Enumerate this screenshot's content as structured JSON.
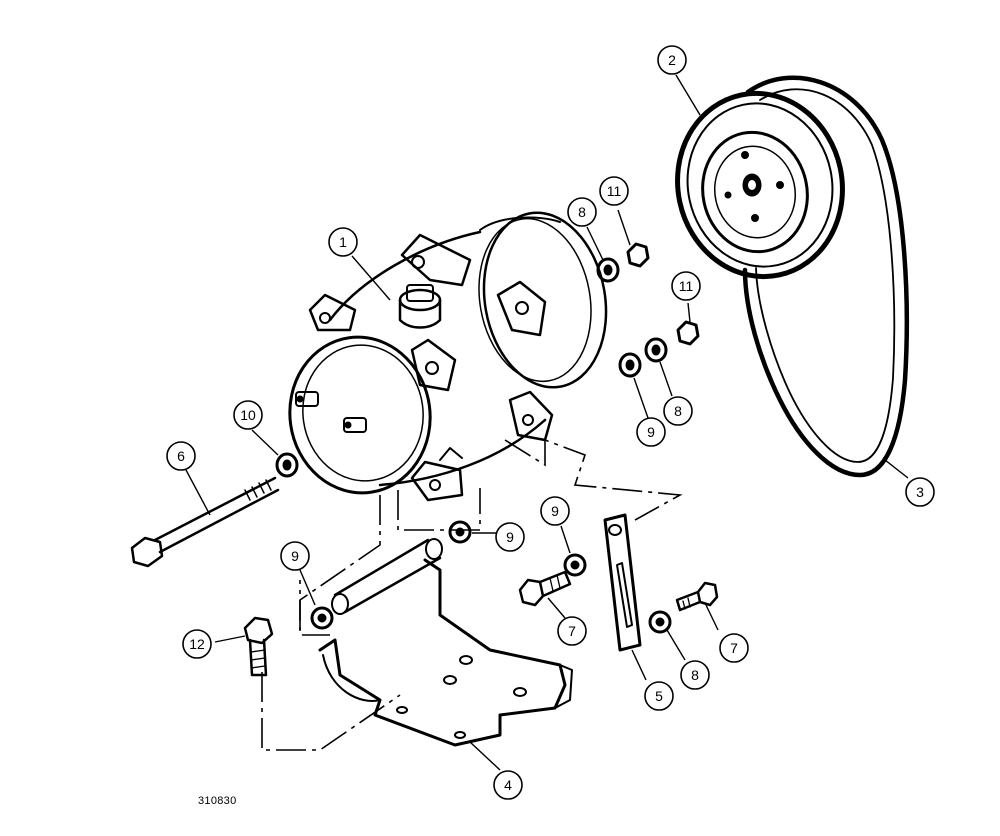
{
  "figure_number": "310830",
  "callouts": [
    "1",
    "2",
    "3",
    "4",
    "5",
    "6",
    "7",
    "7",
    "8",
    "8",
    "8",
    "9",
    "9",
    "9",
    "9",
    "10",
    "11",
    "11",
    "12"
  ]
}
